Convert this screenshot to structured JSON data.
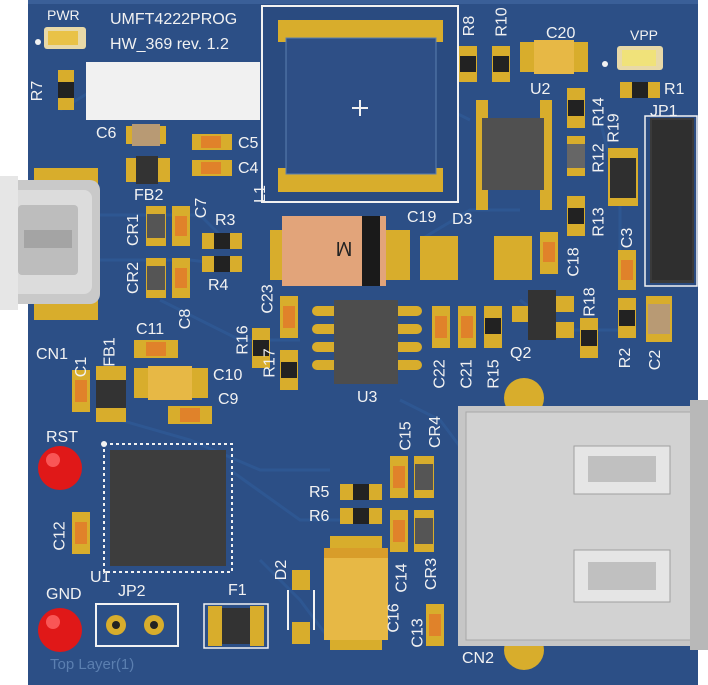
{
  "board_title": "UMFT4222PROG",
  "board_rev": "HW_369 rev. 1.2",
  "layer_label": "Top Layer(1)",
  "diode_marking": "M",
  "colors": {
    "substrate": "#2c4f86",
    "trace": "#2f5690",
    "silkscreen": "#f2f2f2",
    "gold": "#d8ad2c",
    "chip": "#3b3b3b",
    "led_red": "#e01818"
  },
  "refs": {
    "pwr": "PWR",
    "r7": "R7",
    "c6": "C6",
    "c5": "C5",
    "c4": "C4",
    "fb2": "FB2",
    "c7": "C7",
    "r3": "R3",
    "r4": "R4",
    "cr1": "CR1",
    "cr2": "CR2",
    "c8": "C8",
    "cn1": "CN1",
    "c11": "C11",
    "fb1": "FB1",
    "c1": "C1",
    "c10": "C10",
    "c9": "C9",
    "r16": "R16",
    "r17": "R17",
    "c23": "C23",
    "l1": "L1",
    "c19": "C19",
    "d3": "D3",
    "r8": "R8",
    "r10": "R10",
    "c20": "C20",
    "vpp": "VPP",
    "r1": "R1",
    "jp1": "JP1",
    "u2": "U2",
    "r14": "R14",
    "r19": "R19",
    "r12": "R12",
    "r13": "R13",
    "c3": "C3",
    "c18": "C18",
    "r18": "R18",
    "q2": "Q2",
    "r2": "R2",
    "c2": "C2",
    "u3": "U3",
    "c22": "C22",
    "c21": "C21",
    "r15": "R15",
    "rst": "RST",
    "gnd": "GND",
    "c12": "C12",
    "u1": "U1",
    "jp2": "JP2",
    "f1": "F1",
    "d2": "D2",
    "r5": "R5",
    "r6": "R6",
    "c15": "C15",
    "cr4": "CR4",
    "c14": "C14",
    "cr3": "CR3",
    "c16": "C16",
    "c13": "C13",
    "cn2": "CN2"
  }
}
